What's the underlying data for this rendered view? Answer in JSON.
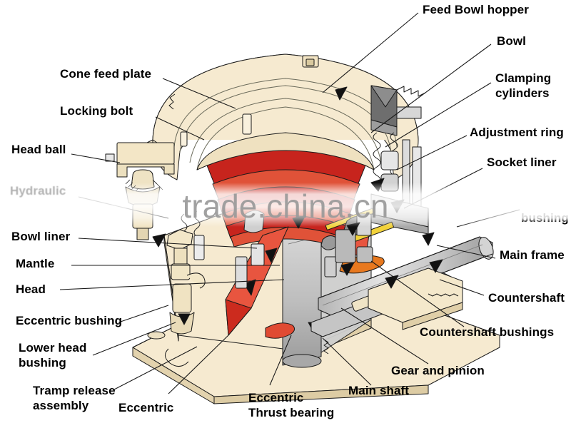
{
  "diagram": {
    "subject": "Cone crusher cutaway assembly diagram",
    "watermark": "trade.china.cn",
    "colors": {
      "body_cream": "#f6ead0",
      "body_cream_shade": "#ebdcb9",
      "liner_red_dark": "#c0201c",
      "liner_red_light": "#e8553f",
      "metal_gray": "#c9c9c9",
      "metal_gray_dark": "#8e8e8e",
      "accent_yellow": "#f2d23a",
      "accent_orange": "#e8791f",
      "outline": "#1a1a1a"
    },
    "labels": {
      "left": [
        {
          "id": "cone-feed-plate",
          "text": "Cone feed plate"
        },
        {
          "id": "locking-bolt",
          "text": "Locking bolt"
        },
        {
          "id": "head-ball",
          "text": "Head ball"
        },
        {
          "id": "hydraulic",
          "text": "Hydraulic"
        },
        {
          "id": "bowl-liner",
          "text": "Bowl liner"
        },
        {
          "id": "mantle",
          "text": "Mantle"
        },
        {
          "id": "head",
          "text": "Head"
        },
        {
          "id": "eccentric-bushing",
          "text": "Eccentric bushing"
        },
        {
          "id": "lower-head-bushing",
          "text": "Lower head\nbushing"
        },
        {
          "id": "tramp-release-assembly",
          "text": "Tramp release\nassembly"
        }
      ],
      "right": [
        {
          "id": "feed-bowl-hopper",
          "text": "Feed Bowl hopper"
        },
        {
          "id": "bowl",
          "text": "Bowl"
        },
        {
          "id": "clamping-cylinders",
          "text": "Clamping\ncylinders"
        },
        {
          "id": "adjustment-ring",
          "text": "Adjustment ring"
        },
        {
          "id": "socket-liner",
          "text": "Socket liner"
        },
        {
          "id": "upper-bushing",
          "text": "bushing"
        },
        {
          "id": "main-frame",
          "text": "Main frame"
        },
        {
          "id": "countershaft",
          "text": "Countershaft"
        },
        {
          "id": "countershaft-bushings",
          "text": "Countershaft bushings"
        },
        {
          "id": "gear-and-pinion",
          "text": "Gear and pinion"
        }
      ],
      "bottom": [
        {
          "id": "eccentric",
          "text": "Eccentric"
        },
        {
          "id": "eccentric-thrust-bearing",
          "text": "Eccentric\nThrust bearing"
        },
        {
          "id": "main-shaft",
          "text": "Main shaft"
        }
      ]
    }
  }
}
